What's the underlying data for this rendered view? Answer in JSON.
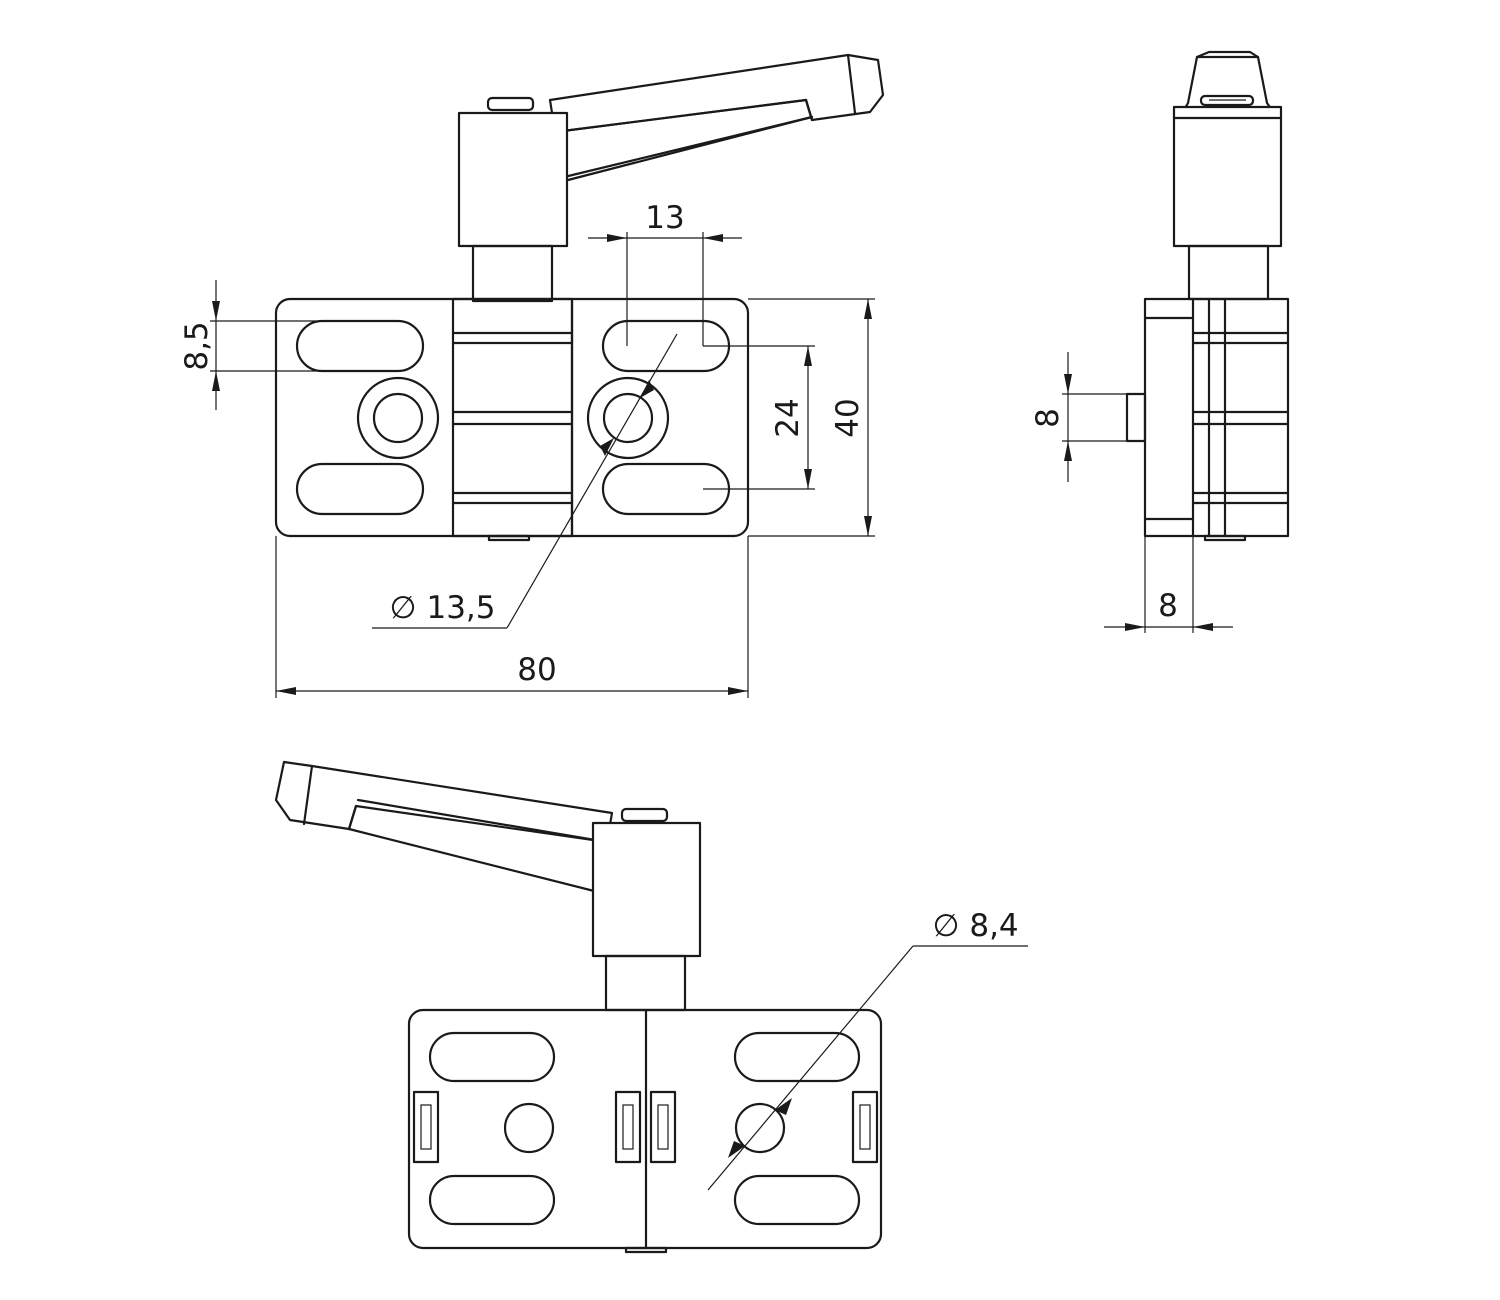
{
  "dimensions": {
    "slot_spacing": "13",
    "slot_width": "8,5",
    "slot_pitch": "24",
    "height": "40",
    "bore_diameter": "13,5",
    "length": "80",
    "side_pin": "8",
    "side_thickness": "8",
    "hole_diameter": "8,4"
  },
  "symbols": {
    "diameter": "∅"
  },
  "colors": {
    "line": "#1a1a1a",
    "background": "#ffffff"
  }
}
